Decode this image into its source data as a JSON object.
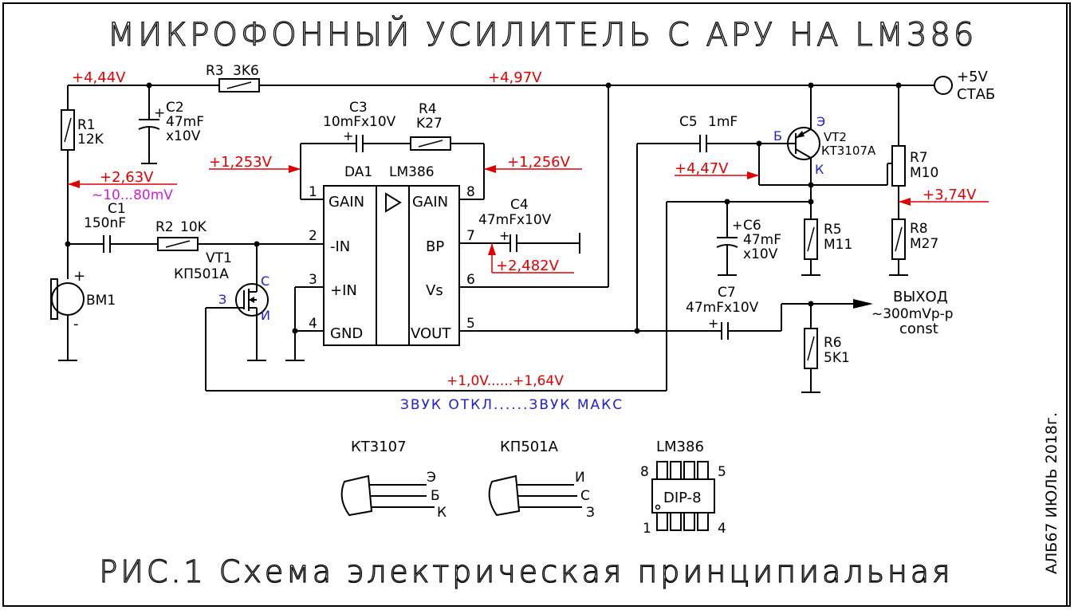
{
  "title": "МИКРОФОННЫЙ УСИЛИТЕЛЬ С АРУ НА LM386",
  "caption": "РИС.1 Схема электрическая принципиальная",
  "author": "АЛБ67 ИЮЛЬ 2018г.",
  "supply": {
    "label": "+5V",
    "sub": "СТАБ"
  },
  "output": {
    "label": "ВЫХОД",
    "sub": "~300mVp-p",
    "sub2": "const"
  },
  "voltages": {
    "v1": "+4,44V",
    "v2": "+4,97V",
    "v3": "+1,253V",
    "v4": "+1,256V",
    "v5": "+2,63V",
    "v6": "~10...80mV",
    "v7": "+4,47V",
    "v8": "+3,74V",
    "v9": "+2,482V",
    "v10": "+1,0V......+1,64V"
  },
  "sound_range": "ЗВУК ОТКЛ......ЗВУК МАКС",
  "components": {
    "r1": {
      "ref": "R1",
      "val": "12K"
    },
    "r2": {
      "ref": "R2",
      "val": "10K"
    },
    "r3": {
      "ref": "R3",
      "val": "3K6"
    },
    "r4": {
      "ref": "R4",
      "val": "K27"
    },
    "r5": {
      "ref": "R5",
      "val": "M11"
    },
    "r6": {
      "ref": "R6",
      "val": "5K1"
    },
    "r7": {
      "ref": "R7",
      "val": "M10"
    },
    "r8": {
      "ref": "R8",
      "val": "M27"
    },
    "c1": {
      "ref": "C1",
      "val": "150nF"
    },
    "c2": {
      "ref": "C2",
      "val": "47mF",
      "val2": "x10V"
    },
    "c3": {
      "ref": "C3",
      "val": "10mFx10V"
    },
    "c4": {
      "ref": "C4",
      "val": "47mFx10V"
    },
    "c5": {
      "ref": "C5",
      "val": "1mF"
    },
    "c6": {
      "ref": "C6",
      "val": "47mF",
      "val2": "x10V"
    },
    "c7": {
      "ref": "C7",
      "val": "47mFx10V"
    },
    "bm1": {
      "ref": "BM1"
    },
    "vt1": {
      "ref": "VT1",
      "val": "КП501А"
    },
    "vt2": {
      "ref": "VT2",
      "val": "КТ3107А"
    },
    "da1": {
      "ref": "DA1",
      "val": "LM386"
    }
  },
  "ic": {
    "pins": {
      "p1": "1",
      "p2": "2",
      "p3": "3",
      "p4": "4",
      "p5": "5",
      "p6": "6",
      "p7": "7",
      "p8": "8"
    },
    "left": [
      "GAIN",
      "-IN",
      "+IN",
      "GND"
    ],
    "right": [
      "GAIN",
      "BP",
      "Vs",
      "VOUT"
    ]
  },
  "pin_letters": {
    "vt1_s": "С",
    "vt1_z": "З",
    "vt1_i": "И",
    "vt2_e": "Э",
    "vt2_b": "Б",
    "vt2_k": "К",
    "plus": "+",
    "minus": "-"
  },
  "packages": {
    "kt": {
      "title": "КТ3107",
      "pins": [
        "Э",
        "Б",
        "К"
      ]
    },
    "kp": {
      "title": "КП501А",
      "pins": [
        "И",
        "С",
        "З"
      ]
    },
    "lm": {
      "title": "LM386",
      "body": "DIP-8",
      "p8": "8",
      "p5": "5",
      "p1": "1",
      "p4": "4"
    }
  }
}
